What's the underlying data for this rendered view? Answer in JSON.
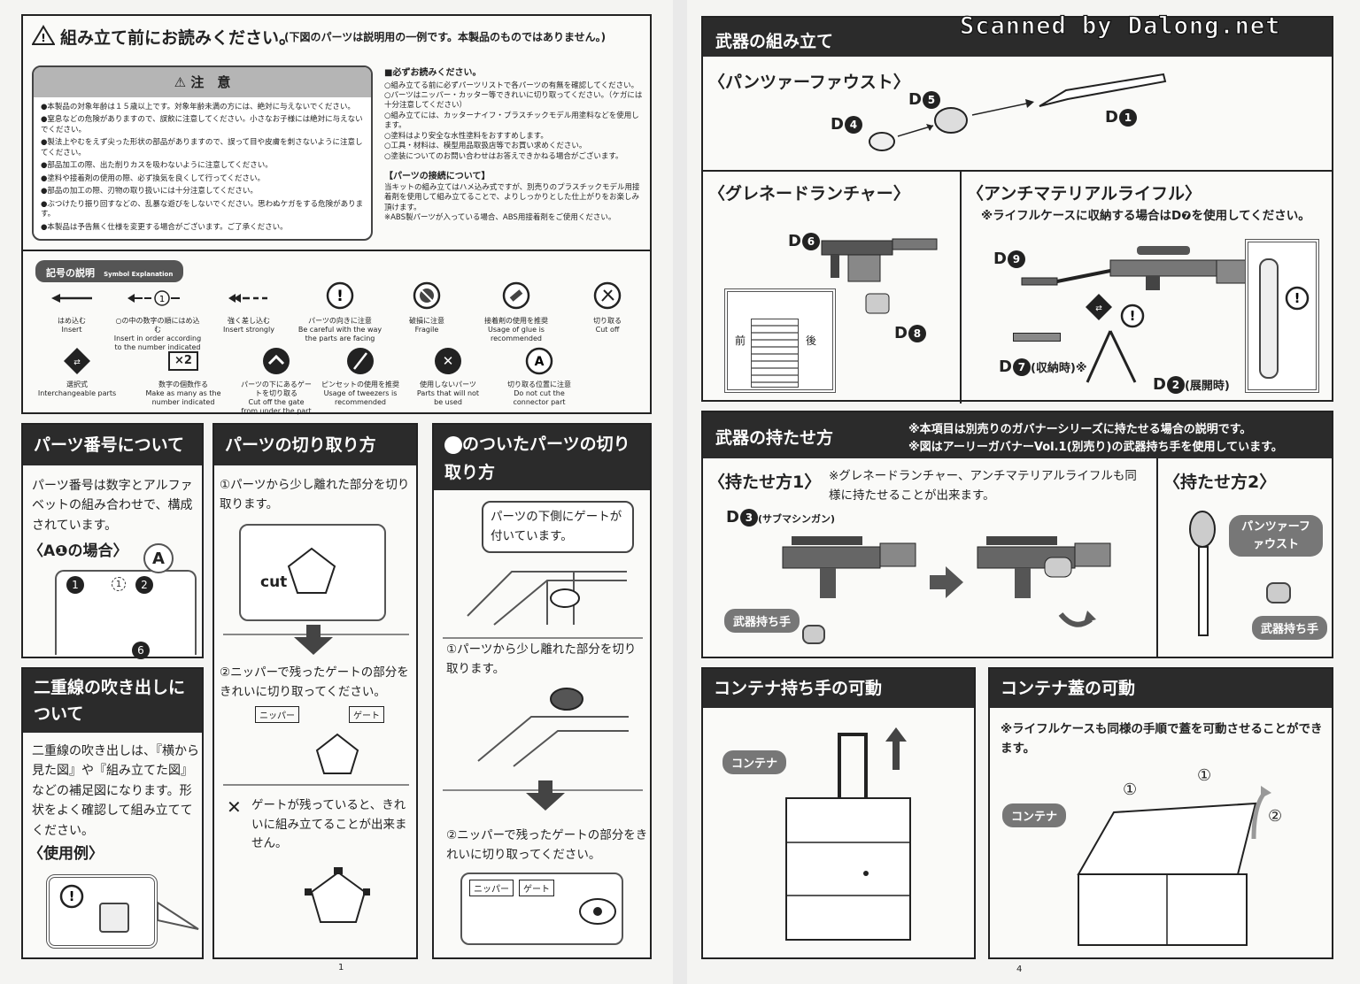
{
  "watermark": "Scanned by Dalong.net",
  "page_numbers": {
    "left": "1",
    "right": "4"
  },
  "read_first": {
    "title": "組み立て前にお読みください。",
    "title_note": "(下図のパーツは説明用の一例です。本製品のものではありません。)",
    "caution_title": "注　意",
    "caution_items": [
      "●本製品の対象年齢は１５歳以上です。対象年齢未満の方には、絶対に与えないでください。",
      "●窒息などの危険がありますので、誤飲に注意してください。小さなお子様には絶対に与えないでください。",
      "●製法上やむをえず尖った形状の部品がありますので、誤って目や皮膚を刺さないように注意してください。",
      "●部品加工の際、出た削りカスを吸わないように注意してください。",
      "●塗料や接着剤の使用の際、必ず換気を良くして行ってください。",
      "●部品の加工の際、刃物の取り扱いには十分注意してください。",
      "●ぶつけたり振り回すなどの、乱暴な遊びをしないでください。思わぬケガをする危険があります。",
      "●本製品は予告無く仕様を変更する場合がございます。ご了承ください。"
    ],
    "must_read_title": "■必ずお読みください。",
    "must_read_items": [
      "○組み立てる前に必ずパーツリストで各パーツの有無を確認してください。",
      "○パーツはニッパー・カッター等できれいに切り取ってください。（ケガには十分注意してください）",
      "○組み立てには、カッターナイフ・プラスチックモデル用塗料などを使用します。",
      "○塗料はより安全な水性塗料をおすすめします。",
      "○工具・材料は、模型用品取扱店等でお買い求めください。",
      "○塗装についてのお問い合わせはお答えできかねる場合がございます。"
    ],
    "connection_title": "【パーツの接続について】",
    "connection_text": "当キットの組み立てはハメ込み式ですが、別売りのプラスチックモデル用接着剤を使用して組み立てることで、よりしっかりとした仕上がりをお楽しみ頂けます。",
    "abs_note": "※ABS製パーツが入っている場合、ABS用接着剤をご使用ください。"
  },
  "symbols": {
    "title": "記号の説明",
    "title_en": "Symbol Explanation",
    "row1": [
      {
        "jp": "はめ込む",
        "en": "Insert",
        "icon": "insert-arrow"
      },
      {
        "jp": "○の中の数字の順にはめ込む",
        "en": "Insert in order according to the number indicated",
        "icon": "order-arrow"
      },
      {
        "jp": "強く差し込む",
        "en": "Insert strongly",
        "icon": "strong-arrow"
      },
      {
        "jp": "パーツの向きに注意",
        "en": "Be careful with the way the parts are facing",
        "icon": "attention"
      },
      {
        "jp": "破損に注意",
        "en": "Fragile",
        "icon": "fragile"
      },
      {
        "jp": "接着剤の使用を推奨",
        "en": "Usage of glue is recommended",
        "icon": "glue"
      },
      {
        "jp": "切り取る",
        "en": "Cut off",
        "icon": "cut"
      }
    ],
    "row2": [
      {
        "jp": "選択式",
        "en": "Interchangeable parts",
        "icon": "interchangeable"
      },
      {
        "jp": "数字の個数作る",
        "en": "Make as many as the number indicated",
        "icon": "multiply",
        "mark": "×2"
      },
      {
        "jp": "パーツの下にあるゲートを切り取る",
        "en": "Cut off the gate from under the part",
        "icon": "gate"
      },
      {
        "jp": "ピンセットの使用を推奨",
        "en": "Usage of tweezers is recommended",
        "icon": "tweezers"
      },
      {
        "jp": "使用しないパーツ",
        "en": "Parts that will not be used",
        "icon": "unused"
      },
      {
        "jp": "切り取る位置に注意",
        "en": "Do not cut the connector part",
        "icon": "no-cut"
      }
    ]
  },
  "part_numbers": {
    "title": "パーツ番号について",
    "text": "パーツ番号は数字とアルファベットの組み合わせで、構成されています。",
    "example": "〈A❶の場合〉",
    "frame_label": "A",
    "nums": [
      "1",
      "1",
      "2",
      "6"
    ]
  },
  "double_line": {
    "title": "二重線の吹き出しについて",
    "text": "二重線の吹き出しは、『横から見た図』や『組み立てた図』などの補足図になります。形状をよく確認して組み立ててください。",
    "example": "〈使用例〉"
  },
  "cutting": {
    "title": "パーツの切り取り方",
    "step1": "①パーツから少し離れた部分を切り取ります。",
    "cut_label": "cut",
    "step2": "②ニッパーで残ったゲートの部分をきれいに切り取ってください。",
    "nipper": "ニッパー",
    "gate": "ゲート",
    "warn": "ゲートが残っていると、きれいに組み立てることが出来ません。",
    "x_mark": "✕"
  },
  "gate_parts": {
    "title": "のついたパーツの切り取り方",
    "bubble": "パーツの下側にゲートが付いています。",
    "step1": "①パーツから少し離れた部分を切り取ります。",
    "step2": "②ニッパーで残ったゲートの部分をきれいに切り取ってください。",
    "nipper": "ニッパー",
    "gate": "ゲート"
  },
  "weapon_assembly": {
    "title": "武器の組み立て",
    "panzer": {
      "title": "〈パンツァーファウスト〉",
      "parts": [
        "D",
        "5",
        "D",
        "4",
        "D",
        "1"
      ]
    },
    "grenade": {
      "title": "〈グレネードランチャー〉",
      "parts": [
        "D",
        "6",
        "D",
        "8"
      ],
      "front": "前",
      "back": "後"
    },
    "rifle": {
      "title": "〈アンチマテリアルライフル〉",
      "note": "※ライフルケースに収納する場合はD❼を使用してください。",
      "d9": "9",
      "d7": "7",
      "d7_label": "(収納時)※",
      "d2": "2",
      "d2_label": "(展開時)",
      "d": "D"
    }
  },
  "weapon_holding": {
    "title": "武器の持たせ方",
    "note1": "※本項目は別売りのガバナーシリーズに持たせる場合の説明です。",
    "note2": "※図はアーリーガバナーVol.1(別売り)の武器持ち手を使用しています。",
    "method1": {
      "title": "〈持たせ方1〉",
      "note": "※グレネードランチャー、アンチマテリアルライフルも同様に持たせることが出来ます。",
      "part": "D",
      "num": "3",
      "part_name": "(サブマシンガン)",
      "hand": "武器持ち手"
    },
    "method2": {
      "title": "〈持たせ方2〉",
      "panzer": "パンツァーファウスト",
      "hand": "武器持ち手"
    }
  },
  "container_handle": {
    "title": "コンテナ持ち手の可動",
    "label": "コンテナ"
  },
  "container_lid": {
    "title": "コンテナ蓋の可動",
    "note": "※ライフルケースも同様の手順で蓋を可動させることができます。",
    "label": "コンテナ",
    "steps": [
      "①",
      "①",
      "②"
    ]
  }
}
